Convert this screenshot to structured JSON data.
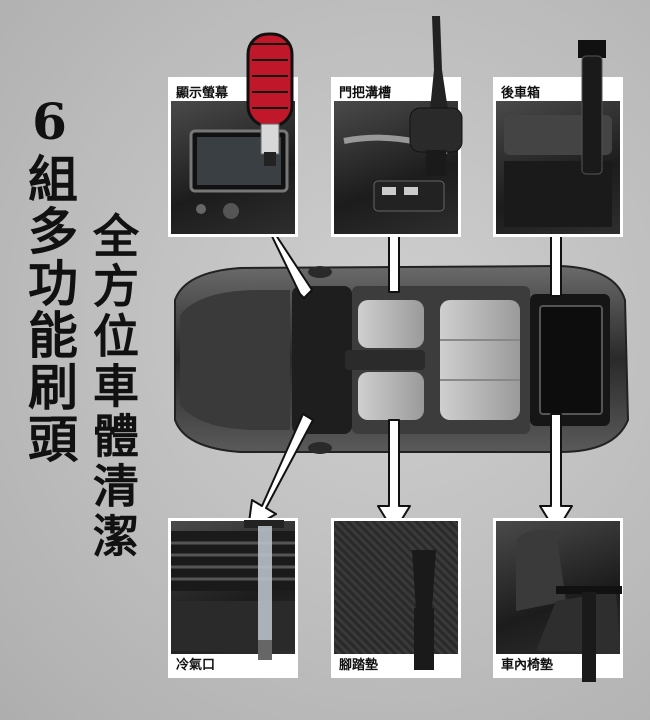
{
  "heading": {
    "left_line": "6組多功能刷頭",
    "right_line": "全方位車體清潔"
  },
  "areas": [
    {
      "id": "screen",
      "label": "顯示螢幕"
    },
    {
      "id": "door",
      "label": "門把溝槽"
    },
    {
      "id": "trunk",
      "label": "後車箱"
    },
    {
      "id": "vent",
      "label": "冷氣口"
    },
    {
      "id": "mat",
      "label": "腳踏墊"
    },
    {
      "id": "seat",
      "label": "車內椅墊"
    }
  ],
  "colors": {
    "background": "#bdbdbd",
    "arrow_fill": "#ffffff",
    "arrow_stroke": "#111111",
    "brush_red": "#c0182a"
  }
}
